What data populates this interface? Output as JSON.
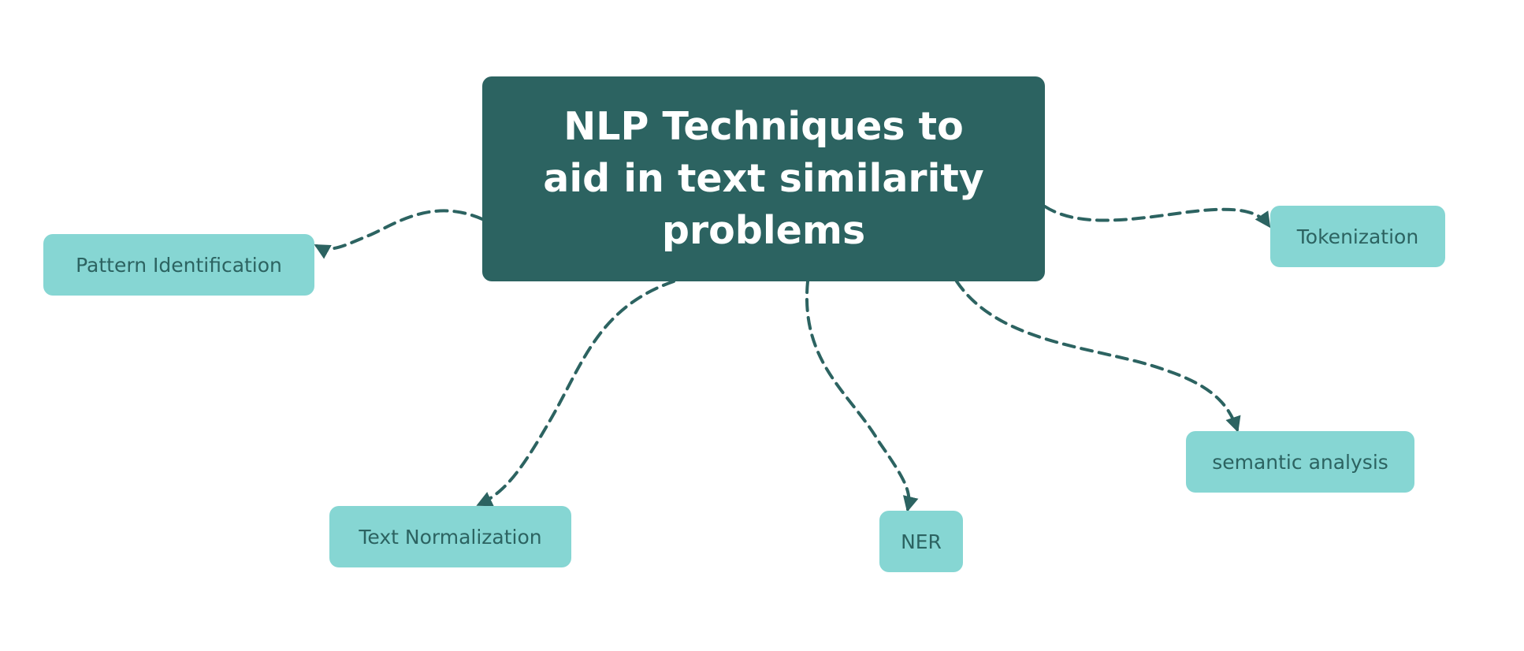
{
  "central_topic": {
    "title": "NLP Techniques to aid in text similarity problems"
  },
  "subtopics": {
    "pattern_identification": "Pattern Identification",
    "tokenization": "Tokenization",
    "text_normalization": "Text Normalization",
    "ner": "NER",
    "semantic_analysis": "semantic analysis"
  },
  "colors": {
    "central_fill": "#2c6361",
    "topic_fill": "#86d6d3",
    "topic_text": "#2c6361",
    "connector": "#2c6361",
    "background": "#ffffff"
  }
}
